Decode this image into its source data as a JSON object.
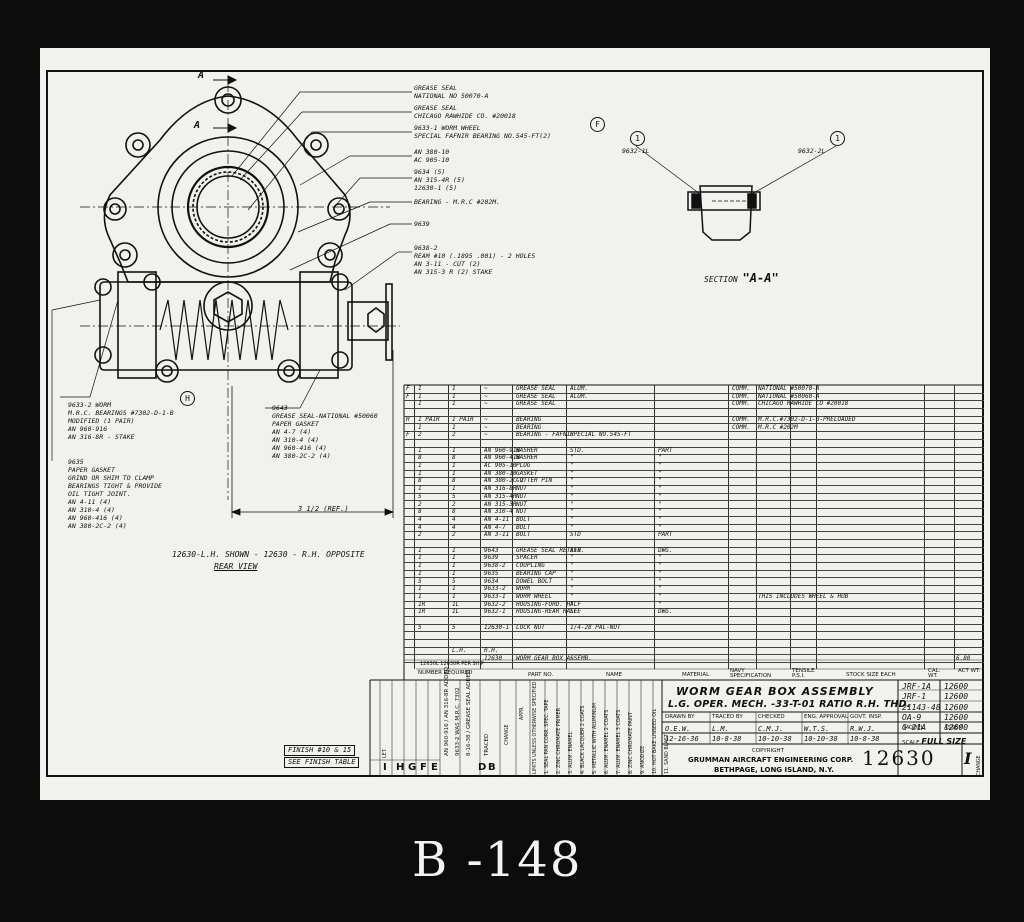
{
  "plate_label": "B -148",
  "callouts": {
    "grease_seal_1": [
      "GREASE SEAL",
      "NATIONAL NO 50070-A"
    ],
    "grease_seal_2": [
      "GREASE SEAL",
      "CHICAGO RAWHIDE CO. #20018"
    ],
    "worm_wheel": [
      "9633-1 WORM WHEEL",
      "SPECIAL FAFNIR BEARING NO.545-FT(2)"
    ],
    "an_group": [
      "AN 380-10",
      "AC 905-10"
    ],
    "nut_group": [
      "9634 (5)",
      "AN 315-4R (5)",
      "12630-1 (5)"
    ],
    "bearing": "BEARING - M.R.C #202M.",
    "part_9639": "9639",
    "part_9638": [
      "9638-2",
      "REAM #10 (.1895 .001) - 2 HOLES",
      "AN 3-11 - CUT (2)",
      "AN 315-3 R (2) STAKE"
    ],
    "worm": [
      "9633-2 WORM",
      "M.R.C. BEARINGS #7302-D-1-B",
      "MODIFIED (1 PAIR)",
      "AN 960-916",
      "AN 316-8R - STAKE"
    ],
    "gasket_left": [
      "9635",
      "PAPER GASKET",
      "GRIND OR SHIM TO CLAMP",
      "BEARINGS TIGHT & PROVIDE",
      "OIL TIGHT JOINT.",
      "AN 4-11 (4)",
      "AN 310-4 (4)",
      "AN 960-416 (4)",
      "AN 380-2C-2 (4)"
    ],
    "gasket_right": [
      "9643",
      "GREASE SEAL-NATIONAL #50060",
      "PAPER GASKET",
      "AN 4-7 (4)",
      "AN 310-4 (4)",
      "AN 960-416 (4)",
      "AN 380-2C-2 (4)"
    ],
    "section_left": "9632-1L",
    "section_right": "9632-2L"
  },
  "markers": {
    "a": "A",
    "f": "F",
    "h": "H",
    "one": "1"
  },
  "dimension": "3 1/2 (REF.)",
  "section_title": "SECTION",
  "section_name": "\"A-A\"",
  "view_caption": [
    "12630-L.H. SHOWN - 12630 - R.H. OPPOSITE",
    "REAR VIEW"
  ],
  "finish": {
    "label": "FINISH #10 & 15",
    "table": "SEE FINISH TABLE"
  },
  "parts_table": {
    "rows": [
      [
        "F",
        "1",
        "1",
        "~",
        "GREASE SEAL",
        "ALUM.",
        "",
        "COMM.",
        "NATIONAL #50070-A"
      ],
      [
        "F",
        "1",
        "1",
        "~",
        "GREASE SEAL",
        "ALUM.",
        "",
        "COMM.",
        "NATIONAL #50060-A"
      ],
      [
        "",
        "1",
        "1",
        "~",
        "GREASE SEAL",
        "",
        "",
        "COMM.",
        "CHICAGO RAWHIDE CO #20018"
      ],
      [
        "",
        "",
        "",
        "",
        "",
        "",
        "",
        "",
        ""
      ],
      [
        "H",
        "1 PAIR",
        "1 PAIR",
        "~",
        "BEARING",
        "",
        "",
        "COMM.",
        "M.R.C.#7302-D-1-B-PRELOADED"
      ],
      [
        "",
        "1",
        "1",
        "~",
        "BEARING",
        "",
        "",
        "COMM.",
        "M.R.C #202M"
      ],
      [
        "F",
        "2",
        "2",
        "~",
        "BEARING - FAFNIR",
        "SPECIAL NO.545-FT",
        "",
        "",
        ""
      ],
      [
        "",
        "",
        "",
        "",
        "",
        "",
        "",
        "",
        ""
      ],
      [
        "",
        "1",
        "1",
        "AN 960-916",
        "WASHER",
        "STD.",
        "PART",
        "",
        ""
      ],
      [
        "",
        "8",
        "8",
        "AN 960-416",
        "WASHER",
        "\"",
        "\"",
        "",
        ""
      ],
      [
        "",
        "1",
        "1",
        "AC 905-10",
        "PLUG",
        "\"",
        "\"",
        "",
        ""
      ],
      [
        "",
        "1",
        "1",
        "AN 380-10",
        "GASKET",
        "\"",
        "\"",
        "",
        ""
      ],
      [
        "",
        "8",
        "8",
        "AN 380-2C-2",
        "COTTER PIN",
        "\"",
        "\"",
        "",
        ""
      ],
      [
        "",
        "1",
        "1",
        "AN 316-8R",
        "NUT",
        "\"",
        "\"",
        "",
        ""
      ],
      [
        "",
        "5",
        "5",
        "AN 315-4R",
        "NUT",
        "\"",
        "\"",
        "",
        ""
      ],
      [
        "",
        "2",
        "2",
        "AN 315-3R",
        "NUT",
        "\"",
        "\"",
        "",
        ""
      ],
      [
        "",
        "8",
        "8",
        "AN 310-4",
        "NUT",
        "\"",
        "\"",
        "",
        ""
      ],
      [
        "",
        "4",
        "4",
        "AN 4-11",
        "BOLT",
        "\"",
        "\"",
        "",
        ""
      ],
      [
        "",
        "4",
        "4",
        "AN 4-7",
        "BOLT",
        "\"",
        "\"",
        "",
        ""
      ],
      [
        "",
        "2",
        "2",
        "AN 3-11",
        "BOLT",
        "STD",
        "PART",
        "",
        ""
      ],
      [
        "",
        "",
        "",
        "",
        "",
        "",
        "",
        "",
        ""
      ],
      [
        "",
        "1",
        "1",
        "9643",
        "GREASE SEAL RETAIN.",
        "SEE",
        "DWG.",
        "",
        ""
      ],
      [
        "",
        "1",
        "1",
        "9639",
        "SPACER",
        "\"",
        "\"",
        "",
        ""
      ],
      [
        "",
        "1",
        "1",
        "9638-2",
        "COUPLING",
        "\"",
        "\"",
        "",
        ""
      ],
      [
        "",
        "1",
        "1",
        "9635",
        "BEARING CAP",
        "\"",
        "\"",
        "",
        ""
      ],
      [
        "",
        "5",
        "5",
        "9634",
        "DOWEL BOLT",
        "\"",
        "\"",
        "",
        ""
      ],
      [
        "",
        "1",
        "1",
        "9633-2",
        "WORM",
        "\"",
        "\"",
        "",
        ""
      ],
      [
        "",
        "1",
        "1",
        "9633-1",
        "WORM WHEEL",
        "\"",
        "\"",
        "",
        "THIS INCLUDES WHEEL & HUB"
      ],
      [
        "",
        "1R",
        "1L",
        "9632-2",
        "HOUSING-FORD. HALF",
        "\"",
        "\"",
        "",
        ""
      ],
      [
        "",
        "1R",
        "1L",
        "9632-1",
        "HOUSING-REAR HALF",
        "SEE",
        "DWG.",
        "",
        ""
      ],
      [
        "",
        "",
        "",
        "",
        "",
        "",
        "",
        "",
        ""
      ],
      [
        "",
        "5",
        "5",
        "12630-1",
        "LOCK NUT",
        "1/4-28 PAL-NUT",
        "",
        "",
        ""
      ],
      [
        "",
        "",
        "",
        "",
        "",
        "",
        "",
        "",
        ""
      ],
      [
        "",
        "",
        "",
        "",
        "",
        "",
        "",
        "",
        ""
      ],
      [
        "",
        "",
        "L.H.",
        "R.H.",
        "",
        "",
        "",
        "",
        ""
      ],
      [
        "",
        "",
        "",
        "12630",
        "WORM GEAR BOX ASSEMB.",
        "~",
        "",
        "",
        "6.80"
      ]
    ],
    "header": {
      "left_vals": [
        "12630L",
        "12630R",
        "PER SHIP"
      ],
      "number_required": "NUMBER REQUIRED",
      "part_no": "PART NO.",
      "name": "NAME",
      "material": "MATERIAL",
      "navy_spec": "NAVY SPECIFICATION",
      "tensile": "TENSILE P.S.I.",
      "stock_size": "STOCK SIZE EACH",
      "calc_wt": "CAL. WT.",
      "act_wt": "ACT WT."
    }
  },
  "revisions": {
    "letters": [
      "I",
      "H",
      "G",
      "F",
      "E",
      "D",
      "B"
    ],
    "header": [
      "LET.",
      "CHANGE",
      "APPR."
    ],
    "notes": [
      "AN 960-916 / AN 316-8R ADDED",
      "9633-2 WAS M.R.C. 7302",
      "8-16-38 / GREASE SEAL ADDED",
      "TRACED"
    ]
  },
  "finish_table": [
    "LIMITS UNLESS OTHERWISE SPECIFIED",
    "1. SEAL PAN CORR. SPEC. TAPE",
    "2. ZINC CHROMATE PRIMER",
    "3. ALUM. ENAMEL",
    "4. BLACK LACQUER 2 COATS",
    "5. METALLIC WITH ALUMINUM",
    "6. ALUM. ENAMEL 2 COATS",
    "7. ALUM. ENAMEL 3 COATS",
    "8. ZINC CHROMATE PAINT",
    "9. ANODIZE",
    "10. HOT BAKE LINSEED OIL",
    "11. SAND BLAST"
  ],
  "title_block": {
    "title_line1": "WORM GEAR BOX ASSEMBLY",
    "title_line2": "L.G. OPER. MECH. -33-T-01 RATIO   R.H. THD.",
    "roles": [
      "DRAWN BY",
      "TRACED BY",
      "CHECKED",
      "ENG. APPROVAL",
      "GOVT. INSP."
    ],
    "names": [
      "O.E.W.",
      "L.M.",
      "C.M.J.",
      "W.T.S.",
      "R.W.J."
    ],
    "dates": [
      "12-16-36",
      "10-8-38",
      "10-10-38",
      "10-10-38",
      "10-8-38"
    ],
    "copyright": "COPYRIGHT",
    "company": "GRUMMAN AIRCRAFT ENGINEERING CORP.",
    "address": "BETHPAGE, LONG ISLAND, N.Y.",
    "applic": [
      [
        "JRF-1A",
        "12600"
      ],
      [
        "JRF-1",
        "12600"
      ],
      [
        "21143-48",
        "12600"
      ],
      [
        "OA-9",
        "12600"
      ],
      [
        "G-21A",
        "12600"
      ]
    ],
    "model": "MODEL",
    "assem": "ASSEM.",
    "scale_label": "SCALE",
    "scale": "FULL SIZE",
    "dwg_no": "12630",
    "change": "I",
    "change_label": "CHANGE"
  }
}
